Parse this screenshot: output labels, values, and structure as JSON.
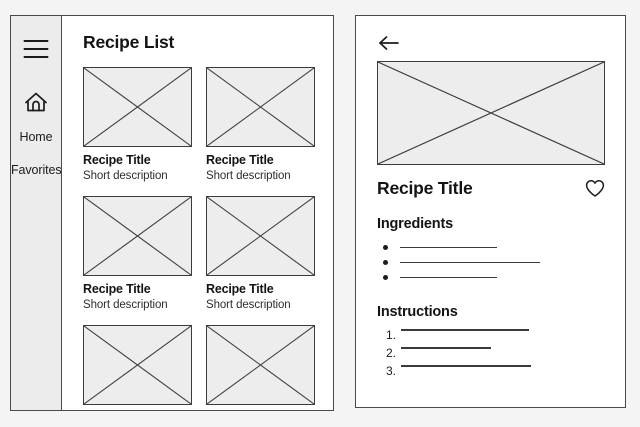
{
  "list_panel": {
    "sidebar": {
      "menu_icon": "hamburger-menu-icon",
      "home_icon": "home-icon",
      "items": [
        {
          "label": "Home",
          "icon": "home-icon"
        },
        {
          "label": "Favorites",
          "icon": ""
        }
      ]
    },
    "title": "Recipe List",
    "cards": [
      {
        "title": "Recipe Title",
        "description": "Short description",
        "image": "image-placeholder"
      },
      {
        "title": "Recipe Title",
        "description": "Short description",
        "image": "image-placeholder"
      },
      {
        "title": "Recipe Title",
        "description": "Short description",
        "image": "image-placeholder"
      },
      {
        "title": "Recipe Title",
        "description": "Short description",
        "image": "image-placeholder"
      },
      {
        "title": "",
        "description": "",
        "image": "image-placeholder"
      },
      {
        "title": "",
        "description": "",
        "image": "image-placeholder"
      }
    ]
  },
  "detail_panel": {
    "back_icon": "arrow-left-icon",
    "hero_image": "image-placeholder",
    "title": "Recipe Title",
    "favorite_icon": "heart-outline-icon",
    "ingredients": {
      "heading": "Ingredients",
      "lines": [
        97,
        140,
        97
      ]
    },
    "instructions": {
      "heading": "Instructions",
      "items": [
        {
          "number": "1.",
          "line_width": 128
        },
        {
          "number": "2.",
          "line_width": 90
        },
        {
          "number": "3.",
          "line_width": 130
        }
      ]
    }
  },
  "colors": {
    "page_background": "#f4f4f4",
    "panel_background": "#ffffff",
    "sidebar_background": "#ececec",
    "border": "#4a4a4a",
    "placeholder_fill": "#ededed",
    "text": "#141414"
  }
}
